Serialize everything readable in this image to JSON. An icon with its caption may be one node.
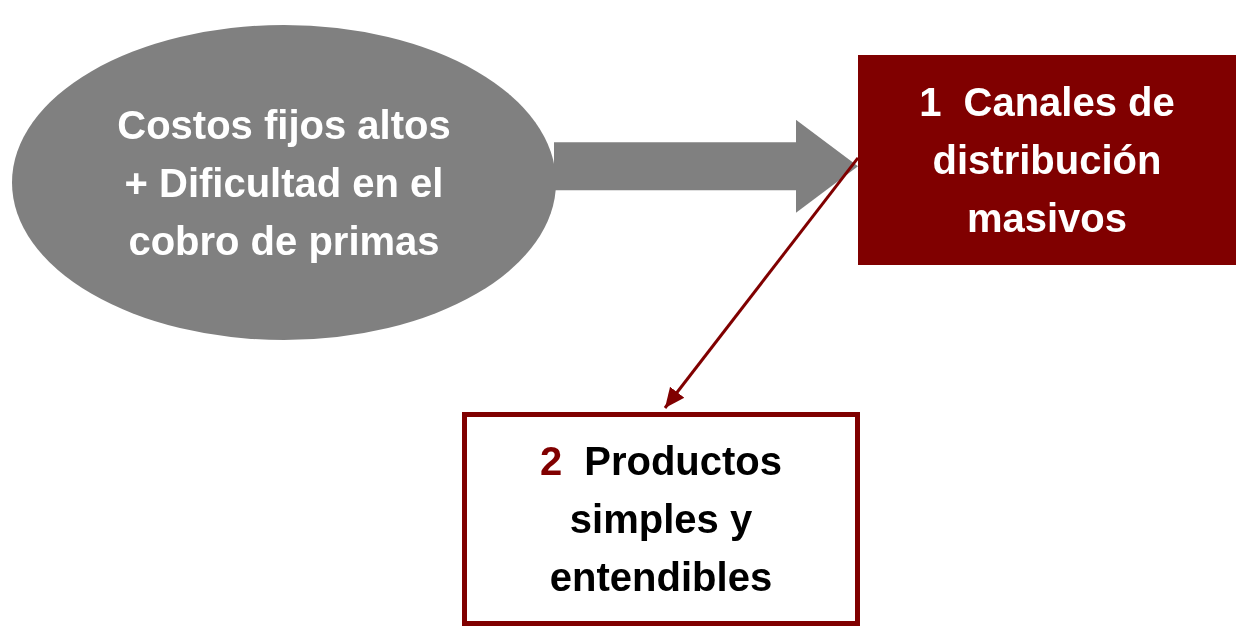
{
  "diagram": {
    "nodes": [
      {
        "text": [
          "Costos fijos altos + Dificultad en el cobro de primas"
        ]
      },
      {
        "text": [
          "1",
          "Canales de distribución masivos"
        ]
      },
      {
        "text": [
          "2",
          "Productos simples y entendibles"
        ]
      }
    ],
    "edges": [
      {
        "from": 0,
        "to": 1,
        "arrow": "to",
        "style": "thick",
        "color": "#808080"
      },
      {
        "from": 1,
        "to": 2,
        "arrow": "to",
        "color": "#800000"
      }
    ]
  }
}
